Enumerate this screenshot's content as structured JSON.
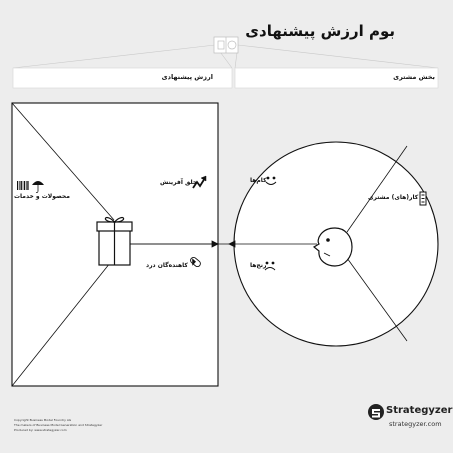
{
  "title": "بوم ارزش پیشنهادی",
  "value_map": {
    "header": "ارزش پیشنهادی",
    "products": "محصولات و خدمات",
    "gain_creators": "خلق آفرینش",
    "pain_relievers": "کاهنده‌گان درد"
  },
  "customer_profile": {
    "header": "بخش مشتری",
    "gains": "کام‌ها",
    "pains": "رنج‌ها",
    "jobs": "کار(های) مشتری"
  },
  "footer": {
    "line1": "Copyright Business Model Foundry AG",
    "line2": "The makers of Business Model Generation and Strategyzer",
    "line3": "Produced by: www.strategyzer.com"
  },
  "brand": {
    "name": "Strategyzer",
    "url": "strategyzer.com"
  },
  "icons": {
    "products": "barcode-umbrella-icon",
    "gain_creators": "growth-arrow-icon",
    "pain_relievers": "pill-icon",
    "gains": "smile-icon",
    "pains": "frown-icon",
    "jobs": "checklist-icon",
    "value": "gift-icon",
    "customer": "face-icon",
    "brand": "strategyzer-logo-icon"
  }
}
